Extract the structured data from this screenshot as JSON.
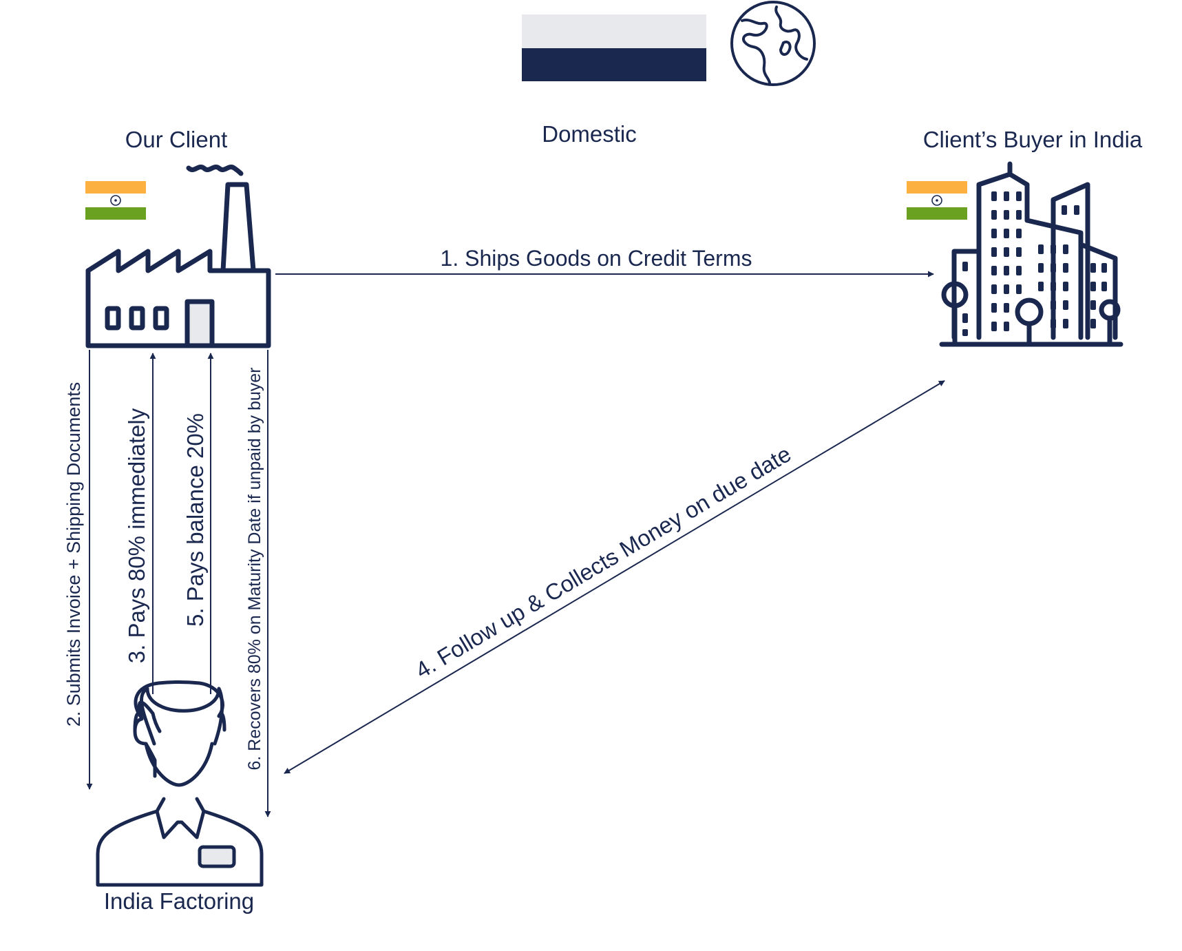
{
  "colors": {
    "navy": "#1a2850",
    "light_gray": "#e7e9ec",
    "saffron": "#fbb040",
    "green": "#6aa121",
    "white": "#ffffff"
  },
  "header": {
    "mode_title": "Domestic",
    "legend_icon": "globe-icon"
  },
  "nodes": {
    "client": {
      "label": "Our Client",
      "icon": "factory-icon",
      "flag": "india-flag-icon"
    },
    "buyer": {
      "label": "Client’s Buyer in India",
      "icon": "city-buildings-icon",
      "flag": "india-flag-icon"
    },
    "factor": {
      "label": "India Factoring",
      "icon": "person-icon"
    }
  },
  "steps": [
    {
      "id": 1,
      "label": "1. Ships Goods on Credit Terms"
    },
    {
      "id": 2,
      "label": "2. Submits Invoice + Shipping Documents"
    },
    {
      "id": 3,
      "label": "3. Pays 80% immediately"
    },
    {
      "id": 4,
      "label": "4. Follow up & Collects Money on due date"
    },
    {
      "id": 5,
      "label": "5. Pays balance 20%"
    },
    {
      "id": 6,
      "label": "6. Recovers 80% on Maturity Date if unpaid by buyer"
    }
  ]
}
